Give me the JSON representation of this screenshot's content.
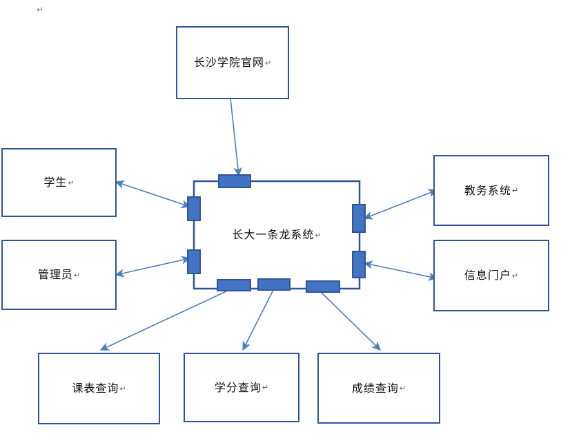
{
  "document": {
    "paragraph_mark": "↵",
    "stray_paragraph_mark": "↵"
  },
  "colors": {
    "box_border": "#2F5597",
    "box_fill": "#FFFFFF",
    "port_fill": "#4472C4",
    "port_border": "#2F5597",
    "arrow": "#4A7EBB",
    "text": "#0D0D0D",
    "mark": "#808080"
  },
  "diagram": {
    "type": "system-architecture",
    "center": {
      "label": "长大一条龙系统",
      "mark": "↵"
    },
    "top_nodes": [
      {
        "id": "official-site",
        "label": "长沙学院官网",
        "mark": "↵"
      }
    ],
    "left_nodes": [
      {
        "id": "student",
        "label": "学生",
        "mark": "↵"
      },
      {
        "id": "administrator",
        "label": "管理员",
        "mark": "↵"
      }
    ],
    "right_nodes": [
      {
        "id": "academic-affairs-system",
        "label": "教务系统",
        "mark": "↵"
      },
      {
        "id": "information-portal",
        "label": "信息门户",
        "mark": "↵"
      }
    ],
    "bottom_nodes": [
      {
        "id": "timetable-query",
        "label": "课表查询",
        "mark": "↵"
      },
      {
        "id": "credit-query",
        "label": "学分查询",
        "mark": "↵"
      },
      {
        "id": "grade-query",
        "label": "成绩查询",
        "mark": "↵"
      }
    ],
    "ports": [
      {
        "id": "port-top",
        "side": "top"
      },
      {
        "id": "port-left-upper",
        "side": "left"
      },
      {
        "id": "port-left-lower",
        "side": "left"
      },
      {
        "id": "port-right-upper",
        "side": "right"
      },
      {
        "id": "port-right-lower",
        "side": "right"
      },
      {
        "id": "port-bottom-left",
        "side": "bottom"
      },
      {
        "id": "port-bottom-mid",
        "side": "bottom"
      },
      {
        "id": "port-bottom-right",
        "side": "bottom"
      }
    ],
    "connections": [
      {
        "from": "official-site",
        "to": "port-top",
        "direction": "one-way"
      },
      {
        "from": "student",
        "to": "port-left-upper",
        "direction": "two-way"
      },
      {
        "from": "administrator",
        "to": "port-left-lower",
        "direction": "two-way"
      },
      {
        "from": "academic-affairs-system",
        "to": "port-right-upper",
        "direction": "two-way"
      },
      {
        "from": "information-portal",
        "to": "port-right-lower",
        "direction": "two-way"
      },
      {
        "from": "port-bottom-left",
        "to": "timetable-query",
        "direction": "one-way"
      },
      {
        "from": "port-bottom-mid",
        "to": "credit-query",
        "direction": "one-way"
      },
      {
        "from": "port-bottom-right",
        "to": "grade-query",
        "direction": "one-way"
      }
    ]
  }
}
